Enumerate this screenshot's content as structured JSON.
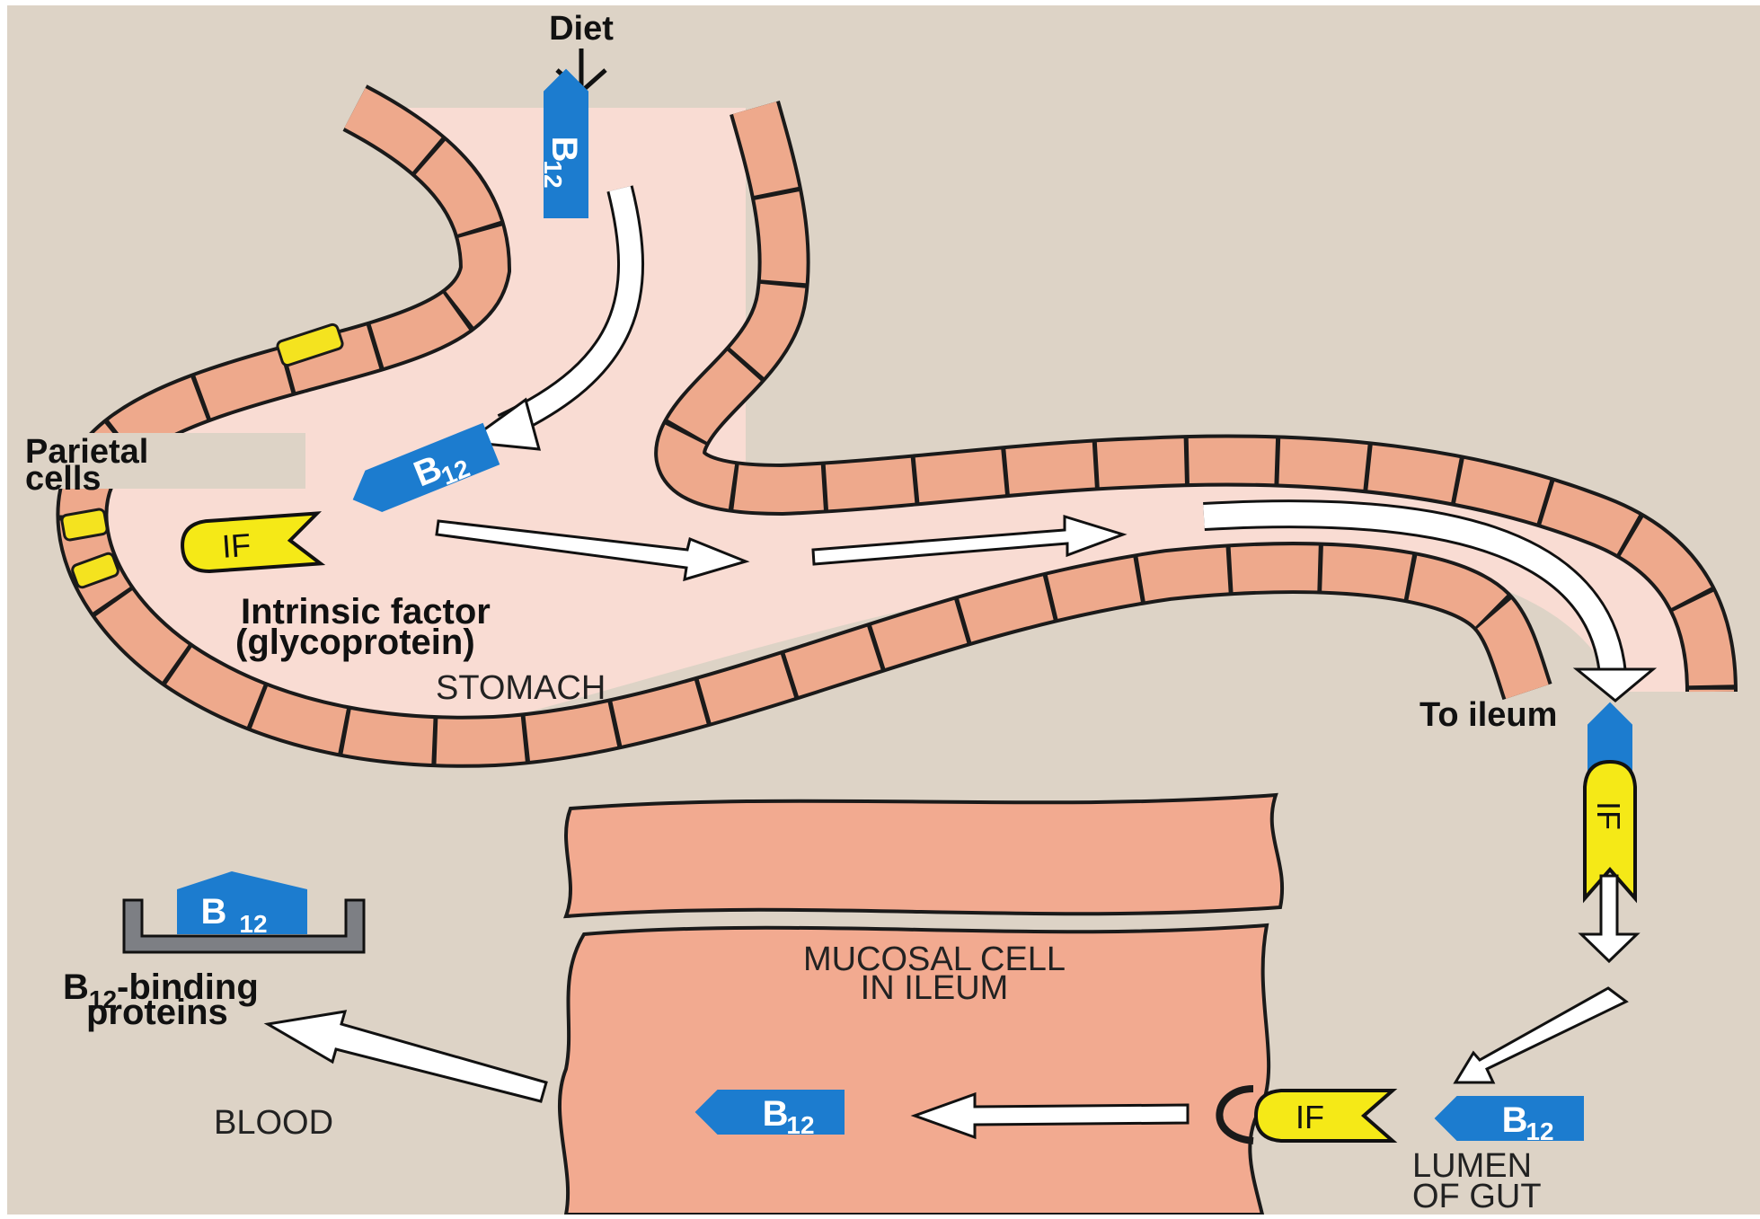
{
  "labels": {
    "diet": "Diet",
    "parietal_line1": "Parietal",
    "parietal_line2": "cells",
    "if_line1": "Intrinsic factor",
    "if_line2": "(glycoprotein)",
    "stomach": "STOMACH",
    "to_ileum": "To ileum",
    "mucosal_line1": "MUCOSAL CELL",
    "mucosal_line2": "IN ILEUM",
    "blood": "BLOOD",
    "lumen_line1": "LUMEN",
    "lumen_line2": "OF GUT",
    "binding_b": "B",
    "binding_sub": "12",
    "binding_rest": "-binding",
    "binding_line2": "proteins"
  },
  "tags": {
    "b12_main": "B",
    "b12_sub": "12",
    "if": "IF"
  },
  "colors": {
    "background": "#ddd3c6",
    "stomach_fill": "#f9dcd3",
    "wall_cell": "#eea98c",
    "parietal_cell": "#f4e31f",
    "ileum_cell": "#f2aa90",
    "b12_blue": "#1c7ccf",
    "if_yellow": "#f5e917",
    "binding_protein_gray": "#7d7f84",
    "arrow_white": "#ffffff"
  }
}
